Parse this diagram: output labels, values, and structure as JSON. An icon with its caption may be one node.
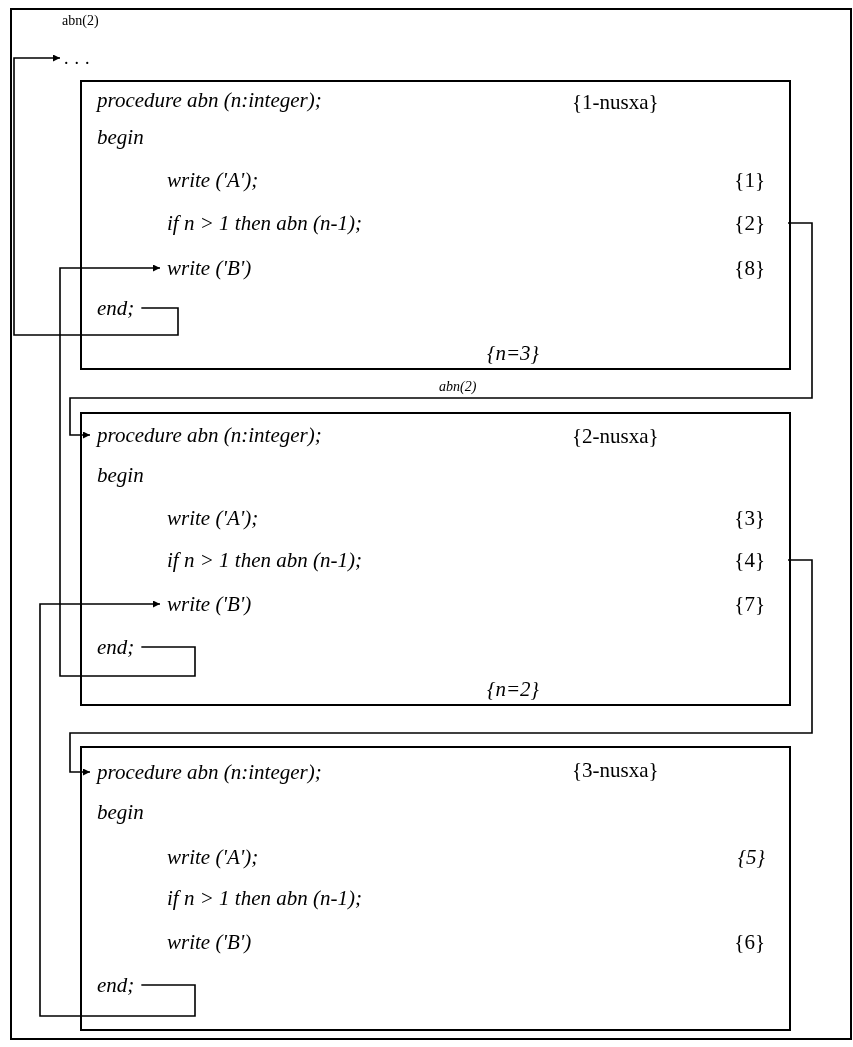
{
  "diagram": {
    "nodes": [
      {
        "text": [
          "abn(2)"
        ]
      },
      {
        "text": [
          "..."
        ],
        "in": 0
      },
      {
        "text": [
          "{1-nusxa}",
          "{n=3}"
        ],
        "in": 0
      },
      {
        "text": [
          "procedure abn (n:integer);"
        ],
        "in": 2
      },
      {
        "text": [
          "begin"
        ],
        "in": 2
      },
      {
        "text": [
          "write ('A');"
        ],
        "beside": [
          "{1}"
        ],
        "in": 2
      },
      {
        "text": [
          "if n > 1 then abn (n-1);"
        ],
        "beside": [
          "{2}"
        ],
        "in": 2
      },
      {
        "text": [
          "write ('B')"
        ],
        "beside": [
          "{8}"
        ],
        "in": 2
      },
      {
        "text": [
          "end;"
        ],
        "in": 2
      },
      {
        "text": [
          "{2-nusxa}",
          "{n=2}"
        ],
        "in": 0
      },
      {
        "text": [
          "procedure abn (n:integer);"
        ],
        "in": 9
      },
      {
        "text": [
          "begin"
        ],
        "in": 9
      },
      {
        "text": [
          "write ('A');"
        ],
        "beside": [
          "{3}"
        ],
        "in": 9
      },
      {
        "text": [
          "if n > 1 then abn (n-1);"
        ],
        "beside": [
          "{4}"
        ],
        "in": 9
      },
      {
        "text": [
          "write ('B')"
        ],
        "beside": [
          "{7}"
        ],
        "in": 9
      },
      {
        "text": [
          "end;"
        ],
        "in": 9
      },
      {
        "text": [
          "{3-nusxa}"
        ],
        "in": 0
      },
      {
        "text": [
          "procedure abn (n:integer);"
        ],
        "in": 16
      },
      {
        "text": [
          "begin"
        ],
        "in": 16
      },
      {
        "text": [
          "write ('A');"
        ],
        "beside": [
          "{5}"
        ],
        "in": 16
      },
      {
        "text": [
          "if n > 1 then abn (n-1);"
        ],
        "in": 16
      },
      {
        "text": [
          "write ('B')"
        ],
        "beside": [
          "{6}"
        ],
        "in": 16
      },
      {
        "text": [
          "end;"
        ],
        "in": 16
      }
    ],
    "edges": [
      {
        "from": 8,
        "to": 1,
        "arrow": "to"
      },
      {
        "from": 6,
        "to": 10,
        "arrow": "to",
        "label": "abn(2)"
      },
      {
        "from": 15,
        "to": 7,
        "arrow": "to"
      },
      {
        "from": 13,
        "to": 17,
        "arrow": "to"
      },
      {
        "from": 22,
        "to": 14,
        "arrow": "to"
      }
    ]
  }
}
